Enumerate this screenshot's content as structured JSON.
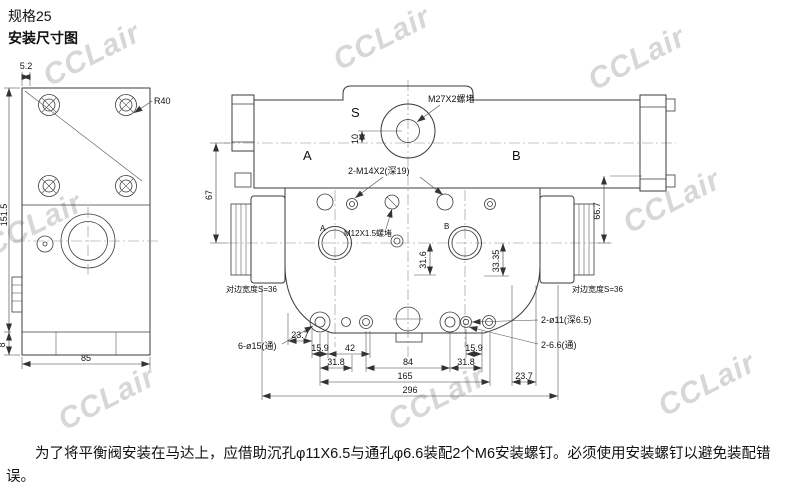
{
  "page": {
    "spec_label": "规格25",
    "title": "安装尺寸图",
    "note": "为了将平衡阀安装在马达上，应借助沉孔φ11X6.5与通孔φ6.6装配2个M6安装螺钉。必须使用安装螺钉以避免装配错误。"
  },
  "watermark": {
    "text": "CCLair",
    "color": "#d7d7d7"
  },
  "drawing": {
    "ports": {
      "s": "S",
      "a": "A",
      "b": "B",
      "a_small": "A",
      "b_small": "B"
    },
    "callouts": {
      "m27_plug": "M27X2螺堵",
      "m14_holes": "2-M14X2(深19)",
      "m12_plug": "M12X1.5螺堵",
      "d11_holes": "2-ø11(深6.5)",
      "d66_holes": "2-6.6(通)",
      "d15_holes": "6-ø15(通)",
      "flat_width_left": "对边宽度S=36",
      "flat_width_right": "对边宽度S=36"
    },
    "dims": {
      "d5_2": "5.2",
      "r40": "R40",
      "d151_5": "151.5",
      "d8": "8",
      "d85": "85",
      "d67": "67",
      "d10": "10",
      "d31_6": "31.6",
      "d33_35": "33.35",
      "d66_7": "66.7",
      "d23_7_l": "23.7",
      "d15_9_l": "15.9",
      "d42": "42",
      "d84": "84",
      "d31_8_l": "31.8",
      "d31_8_r": "31.8",
      "d15_9_r": "15.9",
      "d23_7_r": "23.7",
      "d165": "165",
      "d296": "296"
    }
  }
}
